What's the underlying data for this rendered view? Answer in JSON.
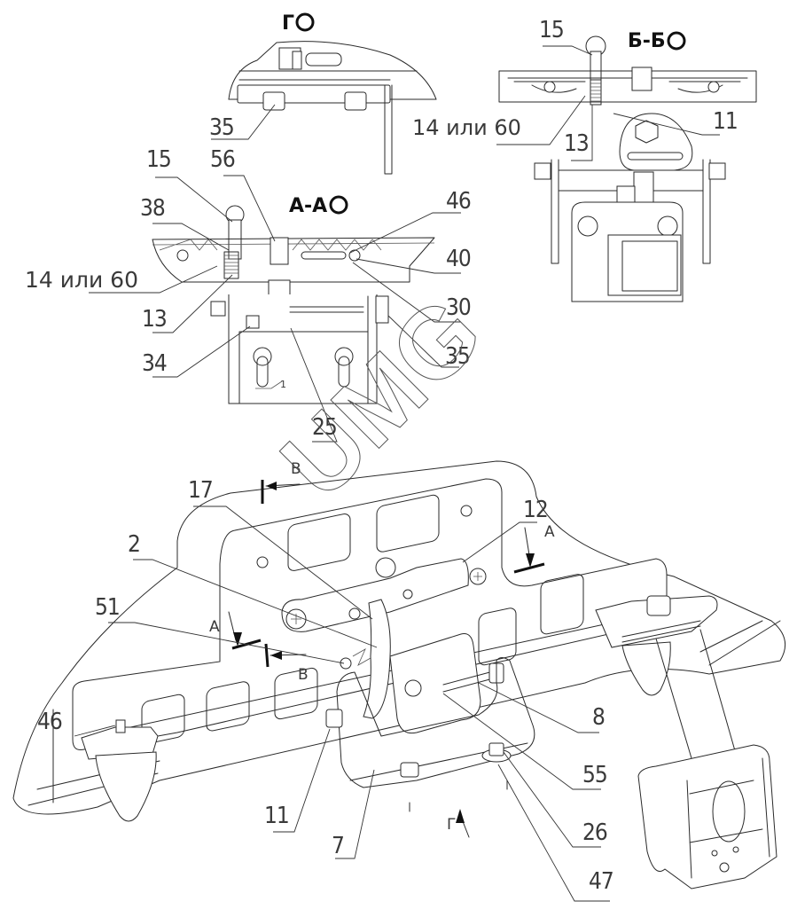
{
  "document": {
    "type": "assembly-drawing",
    "watermark": "UMG"
  },
  "views": {
    "view_g": {
      "title": "Г",
      "callouts": [
        "35"
      ]
    },
    "view_bb": {
      "title": "Б-Б",
      "callouts": [
        "15",
        "14 или 60",
        "13",
        "11"
      ]
    },
    "view_aa": {
      "title": "А-А",
      "callouts": [
        "15",
        "56",
        "38",
        "46",
        "14 или 60",
        "40",
        "13",
        "30",
        "34",
        "35",
        "25"
      ],
      "dimension": "1"
    },
    "main": {
      "callouts": [
        "17",
        "12",
        "2",
        "51",
        "46",
        "8",
        "55",
        "11",
        "26",
        "7",
        "47"
      ],
      "section_marks": {
        "a_top": "А",
        "a_left": "А",
        "v_top": "В",
        "v_bottom": "В",
        "g_view": "Г"
      }
    }
  }
}
